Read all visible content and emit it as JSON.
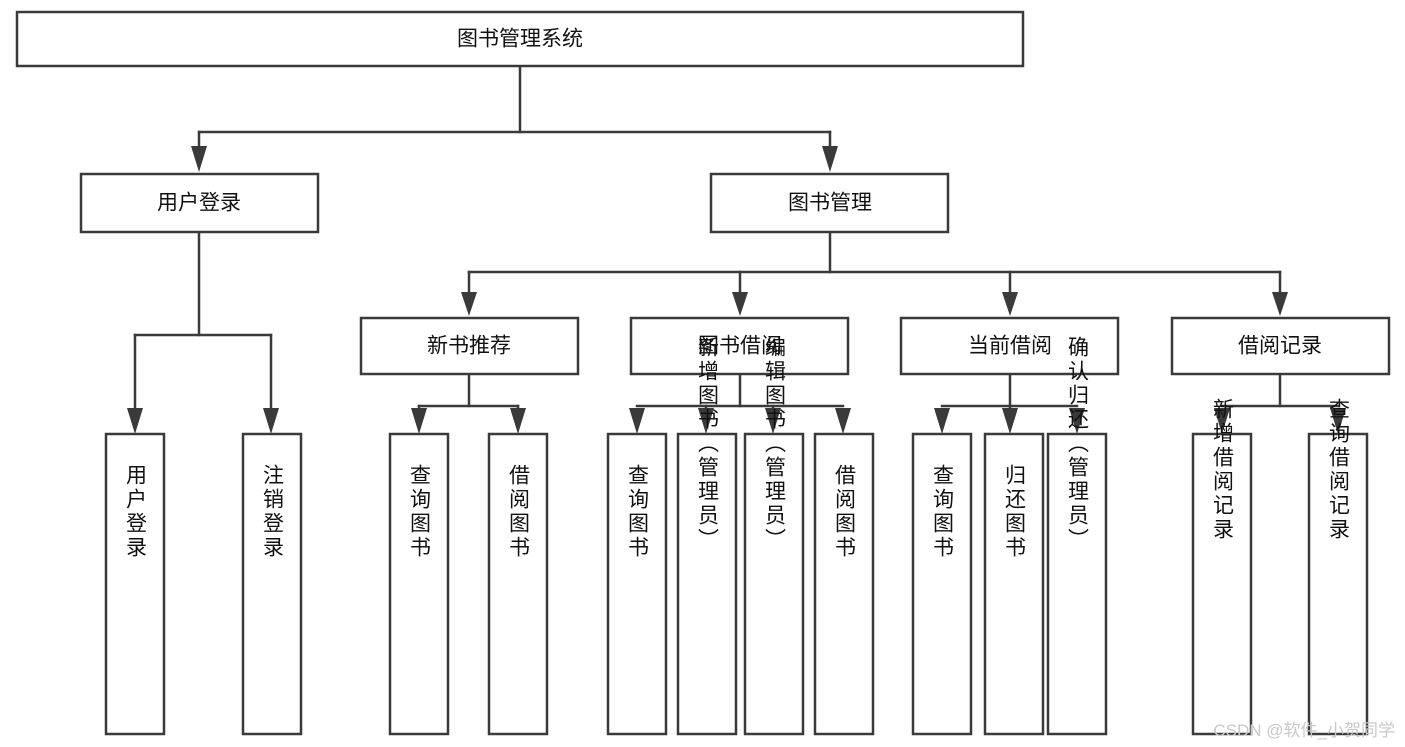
{
  "diagram": {
    "type": "tree-hierarchy",
    "title": "图书管理系统",
    "root": {
      "id": "root",
      "label": "图书管理系统",
      "level": 0
    },
    "level1": [
      {
        "id": "user-login",
        "label": "用户登录"
      },
      {
        "id": "book-manage",
        "label": "图书管理"
      }
    ],
    "level2": [
      {
        "id": "new-book-rec",
        "label": "新书推荐",
        "parent": "book-manage"
      },
      {
        "id": "book-borrow",
        "label": "图书借阅",
        "parent": "book-manage"
      },
      {
        "id": "current-borrow",
        "label": "当前借阅",
        "parent": "book-manage"
      },
      {
        "id": "borrow-record",
        "label": "借阅记录",
        "parent": "book-manage"
      }
    ],
    "leaves": {
      "user-login": [
        {
          "id": "leaf-user-login",
          "label": "用户登录"
        },
        {
          "id": "leaf-user-logout",
          "label": "注销登录"
        }
      ],
      "new-book-rec": [
        {
          "id": "leaf-query-book-1",
          "label": "查询图书"
        },
        {
          "id": "leaf-borrow-book-1",
          "label": "借阅图书"
        }
      ],
      "book-borrow": [
        {
          "id": "leaf-query-book-2",
          "label": "查询图书"
        },
        {
          "id": "leaf-add-book",
          "label": "新增图书（管理员）"
        },
        {
          "id": "leaf-edit-book",
          "label": "编辑图书（管理员）"
        },
        {
          "id": "leaf-borrow-book-2",
          "label": "借阅图书"
        }
      ],
      "current-borrow": [
        {
          "id": "leaf-query-book-3",
          "label": "查询图书"
        },
        {
          "id": "leaf-return-book",
          "label": "归还图书"
        },
        {
          "id": "leaf-confirm-return",
          "label": "确认归还（管理员）"
        }
      ],
      "borrow-record": [
        {
          "id": "leaf-add-record",
          "label": "新增借阅记录"
        },
        {
          "id": "leaf-query-record",
          "label": "查询借阅记录"
        }
      ]
    }
  },
  "watermark": {
    "text": "CSDN @软件_小贺同学"
  },
  "colors": {
    "stroke": "#3a3a3a",
    "fill": "#ffffff",
    "text": "#111111",
    "watermark": "#c9c9c9",
    "background": "#ffffff"
  }
}
